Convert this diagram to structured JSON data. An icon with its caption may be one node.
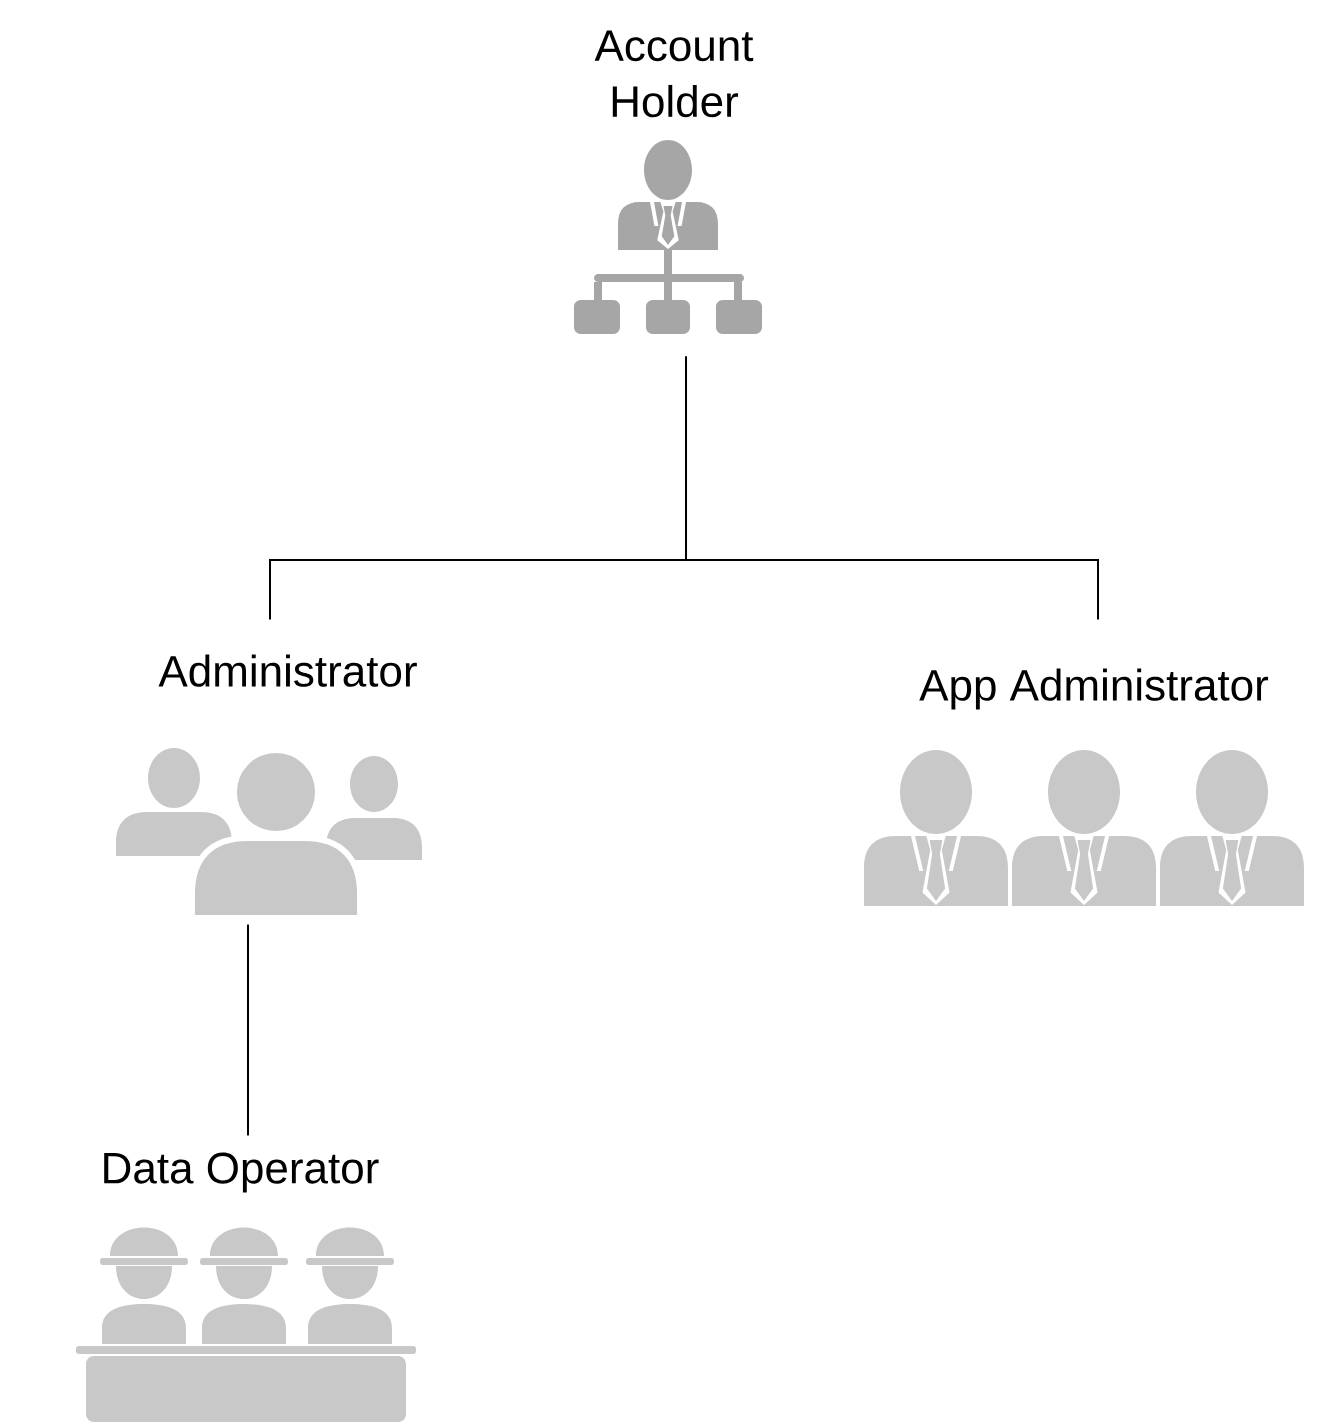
{
  "diagram": {
    "nodes": [
      {
        "text": [
          "Account Holder"
        ]
      },
      {
        "text": [
          "Administrator"
        ]
      },
      {
        "text": [
          "App Administrator"
        ]
      },
      {
        "text": [
          "Data Operator"
        ]
      }
    ],
    "edges": [
      {
        "from": 0,
        "to": 1,
        "arrow": "none"
      },
      {
        "from": 0,
        "to": 2,
        "arrow": "none"
      },
      {
        "from": 1,
        "to": 3,
        "arrow": "none"
      }
    ]
  }
}
